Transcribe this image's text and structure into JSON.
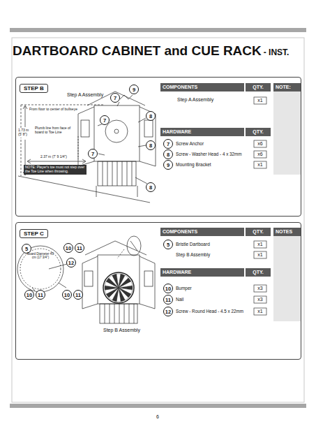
{
  "diagram": {
    "title": "DARTBOARD CABINET and CUE RACK",
    "nodes": [
      {
        "text": [
          "STEP B"
        ]
      },
      {
        "text": [
          "7"
        ],
        "in": 0
      },
      {
        "text": [
          "9"
        ],
        "in": 0
      },
      {
        "text": [
          "7"
        ],
        "in": 0
      },
      {
        "text": [
          "8"
        ],
        "in": 0
      },
      {
        "text": [
          "8"
        ],
        "in": 0
      },
      {
        "text": [
          "7"
        ],
        "in": 0
      },
      {
        "text": [
          "8"
        ],
        "in": 0
      },
      {
        "text": [
          "7"
        ],
        "in": 0
      },
      {
        "text": [
          "8"
        ],
        "in": 0
      },
      {
        "text": [
          "9"
        ],
        "in": 0
      },
      {
        "text": [
          "STEP C"
        ]
      },
      {
        "text": [
          "5"
        ],
        "in": 11
      },
      {
        "text": [
          "10"
        ],
        "in": 11
      },
      {
        "text": [
          "11"
        ],
        "in": 11
      },
      {
        "text": [
          "12"
        ],
        "in": 11
      },
      {
        "text": [
          "10"
        ],
        "in": 11
      },
      {
        "text": [
          "11"
        ],
        "in": 11
      },
      {
        "text": [
          "10"
        ],
        "in": 11
      },
      {
        "text": [
          "11"
        ],
        "in": 11
      },
      {
        "text": [
          "5"
        ],
        "in": 11
      },
      {
        "text": [
          "10"
        ],
        "in": 11
      },
      {
        "text": [
          "11"
        ],
        "in": 11
      },
      {
        "text": [
          "12"
        ],
        "in": 11
      }
    ],
    "labels": [
      "- INST.",
      "Step A Assembly",
      "From floor to center of bullseye",
      "1.73 m (5' 8\")",
      "Plumb line from face of board to Toe Line",
      "2.37 m (7' 9 1/4\")",
      "NOTE: Player's toe must not step over the Toe Line when throwing.",
      "COMPONENTS",
      "QTY.",
      "NOTE:",
      "Step A Assembly",
      "x1",
      "HARDWARE",
      "QTY.",
      "Screw Anchor",
      "x6",
      "Screw - Washer Head - 4 x 32mm",
      "x6",
      "Mounting Bracket",
      "x1",
      "Board Diameter 45 cm (17 3/4\")",
      "Step B Assembly",
      "COMPONENTS",
      "QTY.",
      "NOTES",
      "Bristle Dartboard",
      "x1",
      "Step B Assembly",
      "x1",
      "HARDWARE",
      "QTY.",
      "Bumper",
      "x3",
      "Nail",
      "x3",
      "Screw - Round Head - 4.5 x 22mm",
      "x1",
      "6"
    ]
  }
}
